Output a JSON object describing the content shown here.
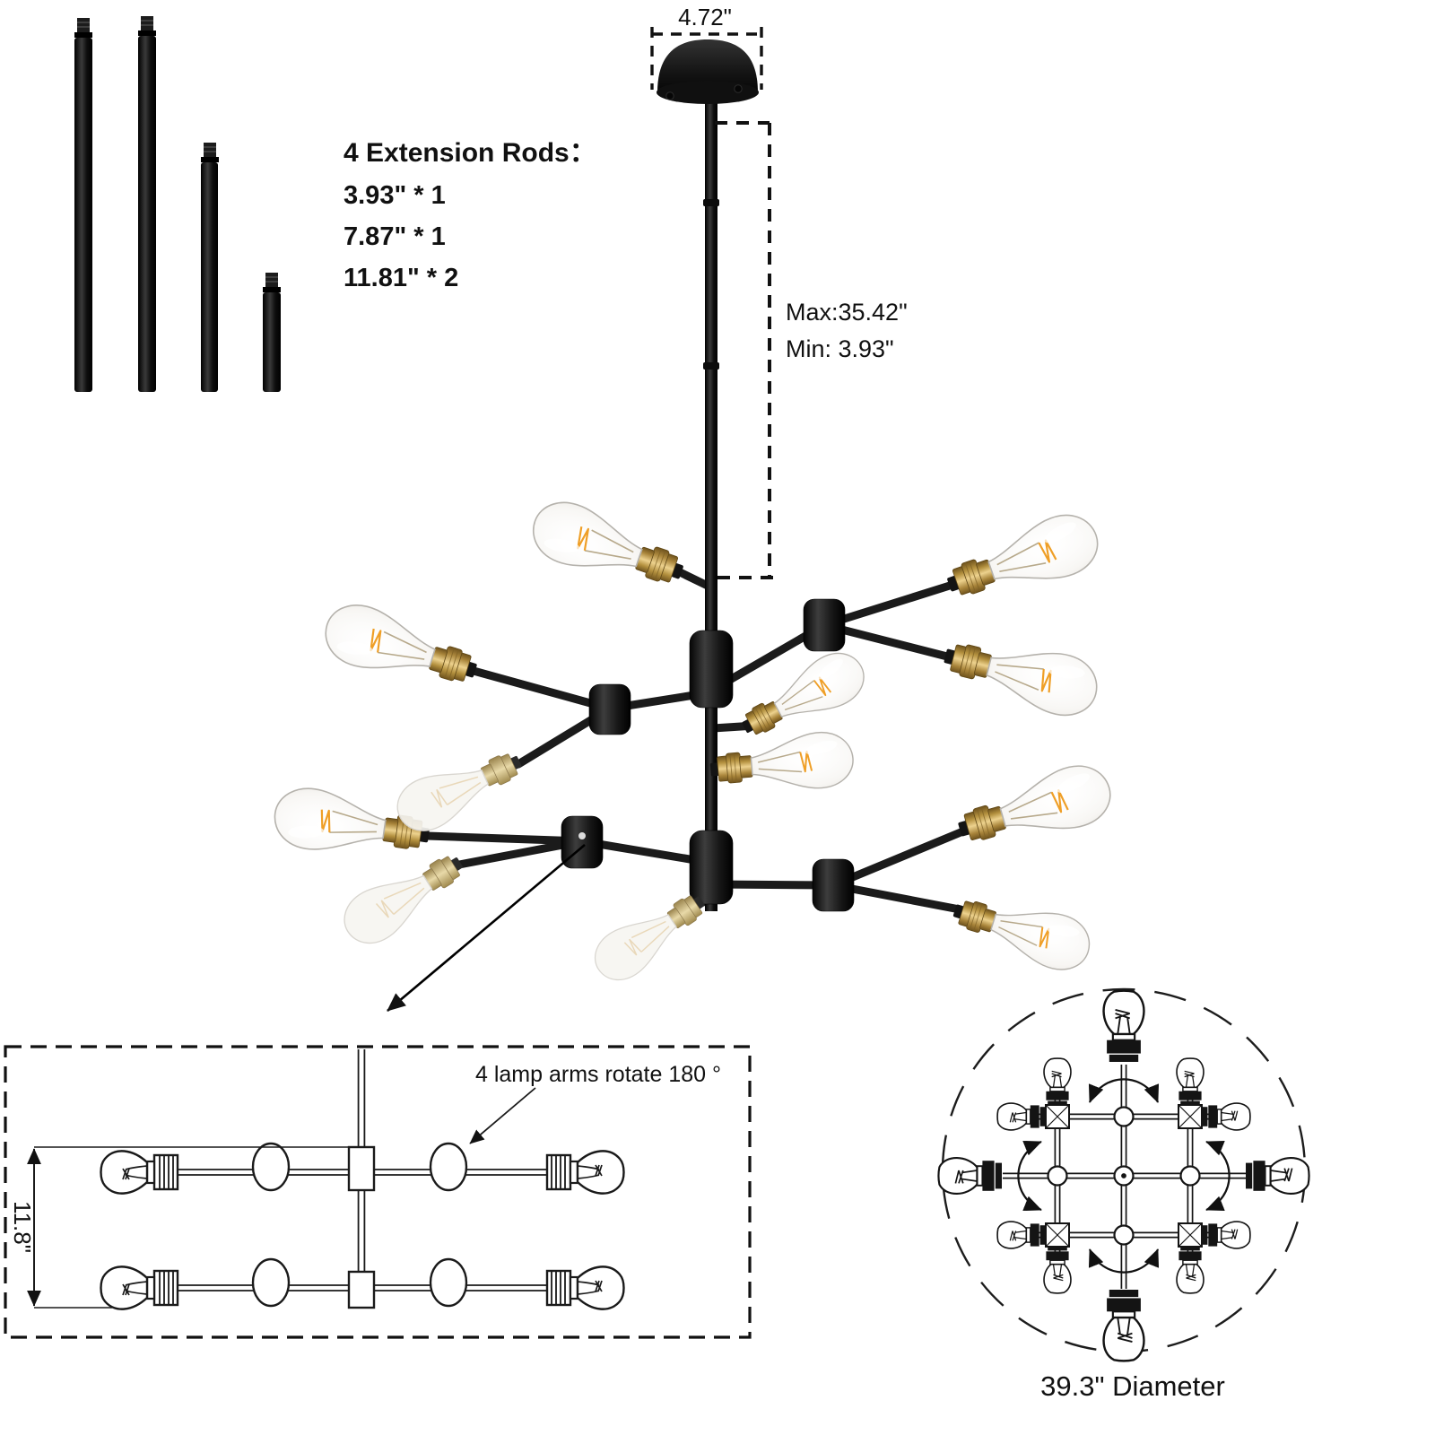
{
  "extension_rods": {
    "title": "4 Extension Rods：",
    "sizes": [
      "3.93\" * 1",
      "7.87\" * 1",
      "11.81\" * 2"
    ]
  },
  "dimensions": {
    "canopy_width": "4.72\"",
    "height_max": "Max:35.42\"",
    "height_min": "Min: 3.93\"",
    "tier_height": "11.8\"",
    "fixture_diameter": "39.3\" Diameter"
  },
  "annotations": {
    "rotation_note": "4 lamp arms rotate 180 °"
  },
  "colors": {
    "metal_black": "#1c1c1e",
    "brass": "#c49d45",
    "filament_warm": "#ef9f27",
    "line_art": "#1a1a1a",
    "background": "#ffffff"
  }
}
